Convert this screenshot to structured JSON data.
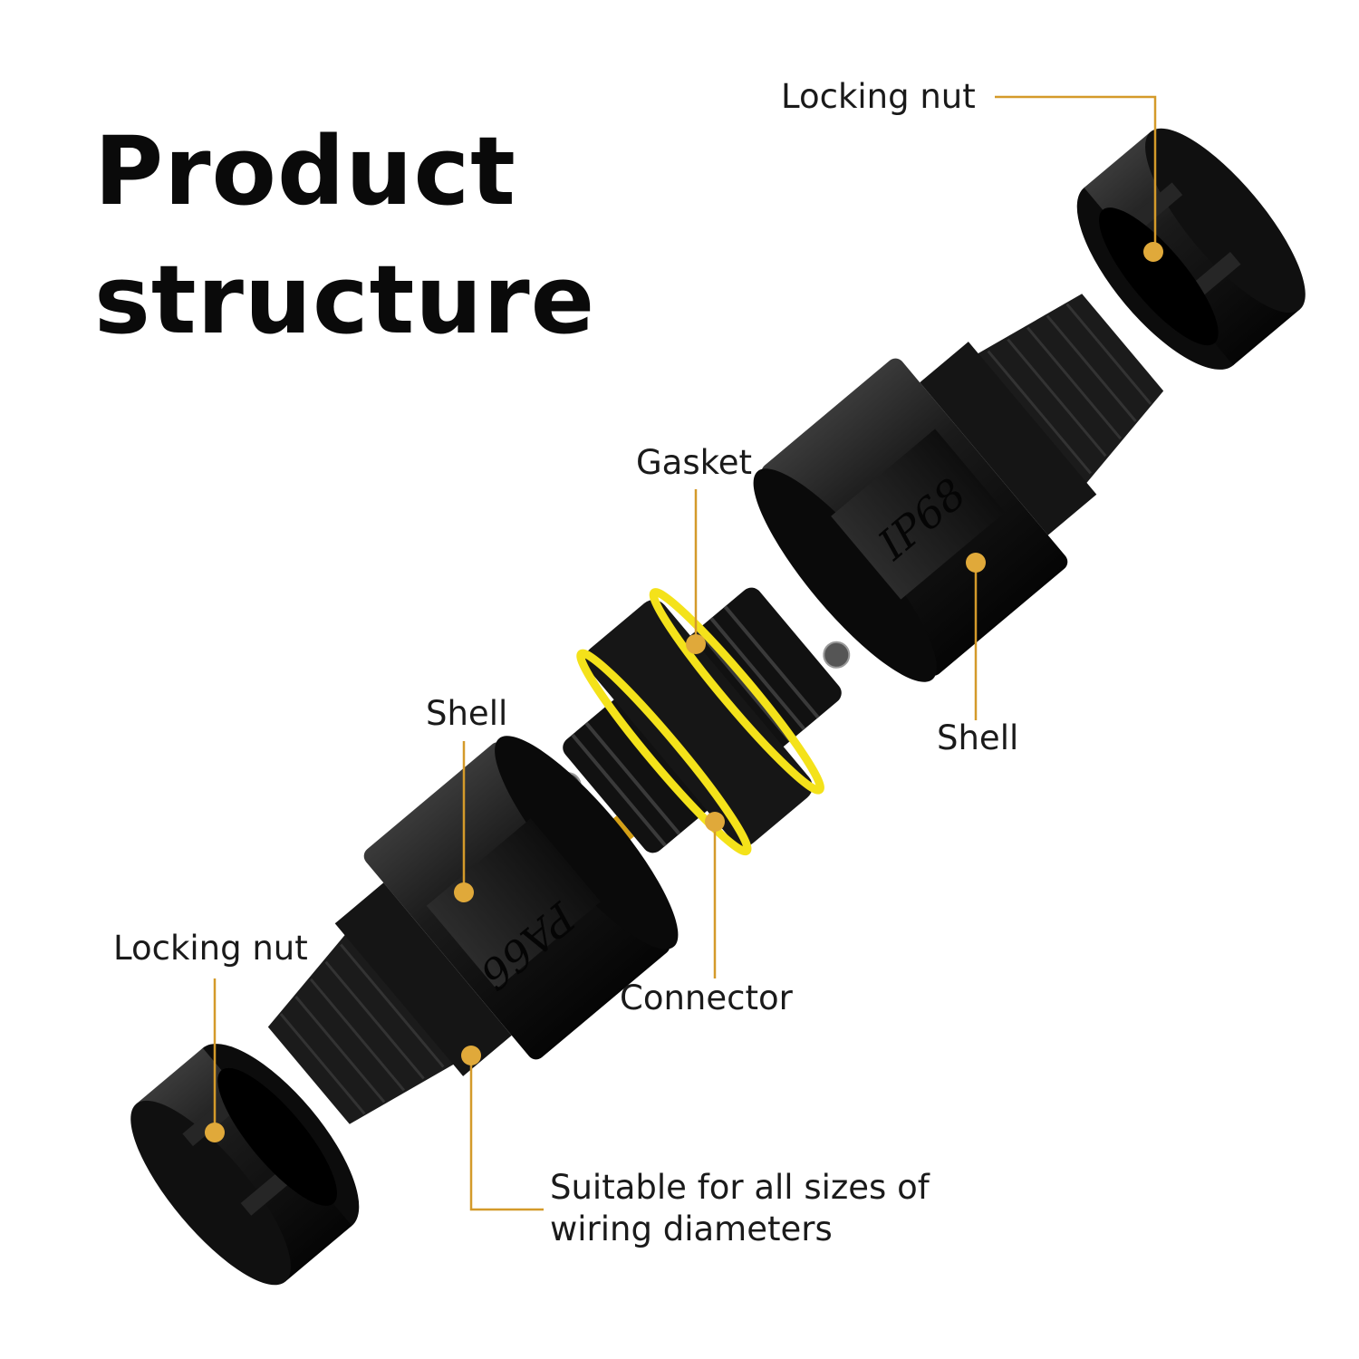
{
  "title": {
    "line1": "Product",
    "line2": "structure"
  },
  "labels": {
    "locking_nut_top": "Locking nut",
    "gasket": "Gasket",
    "shell_right": "Shell",
    "shell_left": "Shell",
    "locking_nut_bottom": "Locking nut",
    "connector": "Connector",
    "wiring_line1": "Suitable for all sizes of",
    "wiring_line2": "wiring diameters"
  },
  "part_markings": {
    "shell_top": "IP68",
    "shell_bottom": "PA66"
  },
  "colors": {
    "leader": "#d49a2a",
    "dot": "#e0a93a",
    "gasket": "#f4e21a",
    "part": "#141414",
    "text": "#1a1a1a"
  }
}
